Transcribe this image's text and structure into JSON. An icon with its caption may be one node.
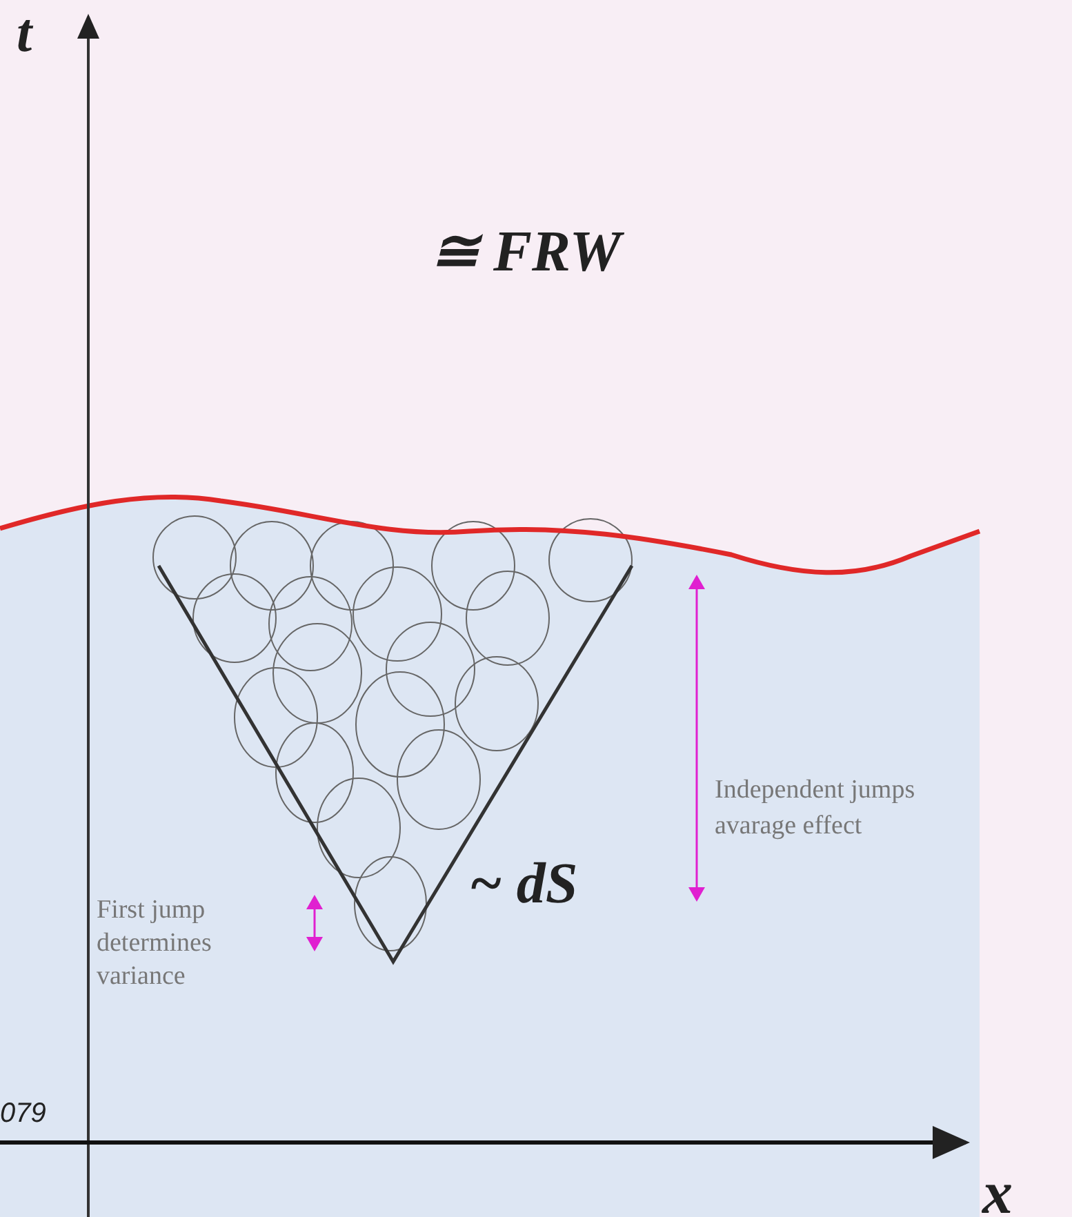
{
  "diagram": {
    "labels": [
      "t",
      "≅ FRW",
      "Independent jumps avarage effect",
      "~ dS",
      "First jump determines variance",
      "079",
      "x"
    ]
  }
}
